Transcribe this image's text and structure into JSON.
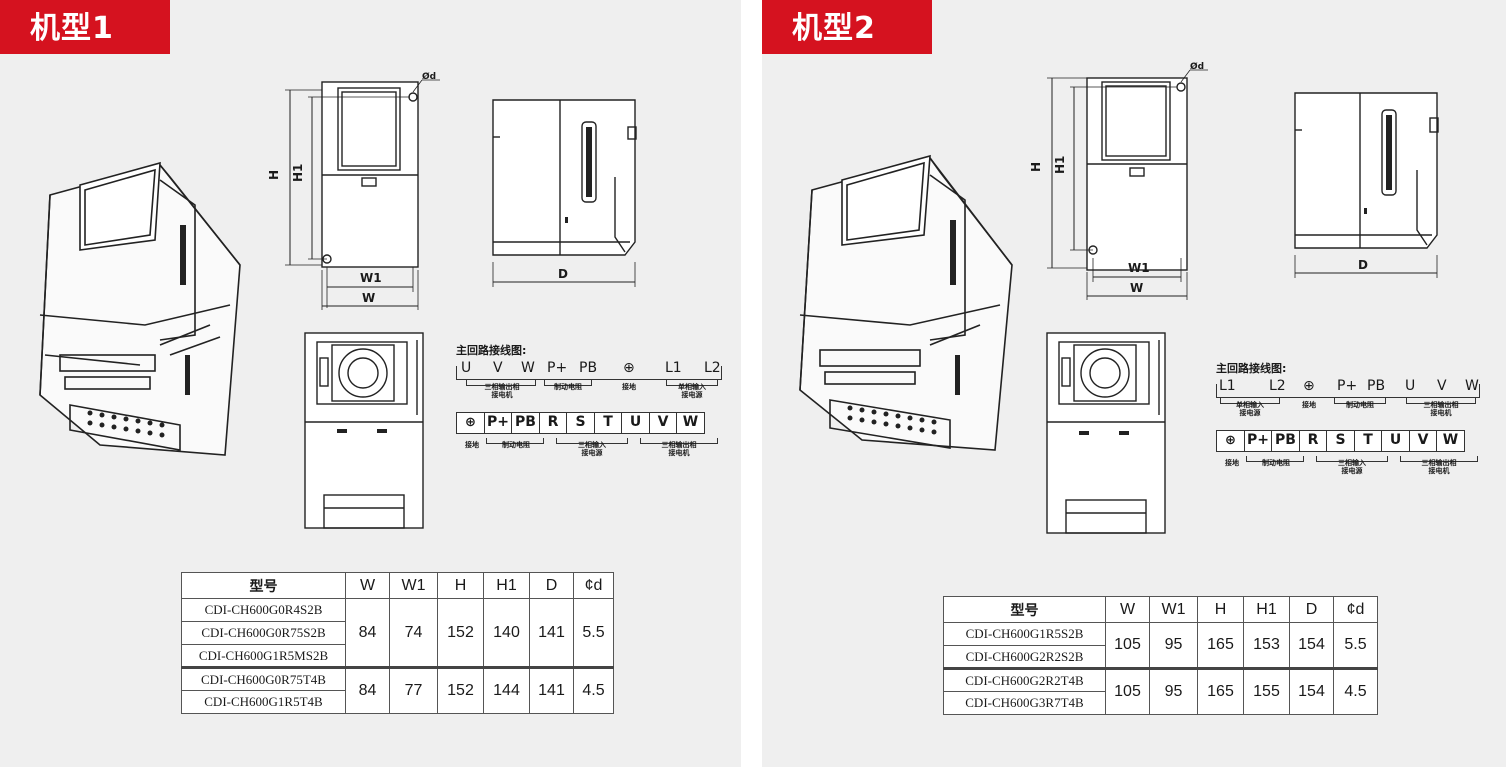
{
  "panels": [
    {
      "tag": "机型1",
      "labels": {
        "phid": "Ød",
        "H": "H",
        "H1": "H1",
        "W1": "W1",
        "W": "W",
        "D": "D"
      },
      "wiring": {
        "title": "主回路接线图:",
        "strip_terms": [
          "U",
          "V",
          "W",
          "P+",
          "PB",
          "⊕",
          "L1",
          "L2"
        ],
        "strip_subs": [
          "三相输出相\n接电机",
          "制动电阻",
          "接地",
          "单相输入\n接电源"
        ],
        "boxes": [
          "⊕",
          "P+",
          "PB",
          "R",
          "S",
          "T",
          "U",
          "V",
          "W"
        ],
        "box_subs": [
          "接地",
          "制动电阻",
          "三相输入\n接电源",
          "三相输出相\n接电机"
        ]
      },
      "table": {
        "headers": [
          "型号",
          "W",
          "W1",
          "H",
          "H1",
          "D",
          "¢d"
        ],
        "groups": [
          {
            "models": [
              "CDI-CH600G0R4S2B",
              "CDI-CH600G0R75S2B",
              "CDI-CH600G1R5MS2B"
            ],
            "values": [
              "84",
              "74",
              "152",
              "140",
              "141",
              "5.5"
            ]
          },
          {
            "models": [
              "CDI-CH600G0R75T4B",
              "CDI-CH600G1R5T4B"
            ],
            "values": [
              "84",
              "77",
              "152",
              "144",
              "141",
              "4.5"
            ]
          }
        ]
      }
    },
    {
      "tag": "机型2",
      "labels": {
        "phid": "Ød",
        "H": "H",
        "H1": "H1",
        "W1": "W1",
        "W": "W",
        "D": "D"
      },
      "wiring": {
        "title": "主回路接线图:",
        "strip_terms": [
          "L1",
          "L2",
          "⊕",
          "P+",
          "PB",
          "U",
          "V",
          "W"
        ],
        "strip_subs": [
          "单相输入\n接电源",
          "接地",
          "制动电阻",
          "三相输出相\n接电机"
        ],
        "boxes": [
          "⊕",
          "P+",
          "PB",
          "R",
          "S",
          "T",
          "U",
          "V",
          "W"
        ],
        "box_subs": [
          "接地",
          "制动电阻",
          "三相输入\n接电源",
          "三相输出相\n接电机"
        ]
      },
      "table": {
        "headers": [
          "型号",
          "W",
          "W1",
          "H",
          "H1",
          "D",
          "¢d"
        ],
        "groups": [
          {
            "models": [
              "CDI-CH600G1R5S2B",
              "CDI-CH600G2R2S2B"
            ],
            "values": [
              "105",
              "95",
              "165",
              "153",
              "154",
              "5.5"
            ]
          },
          {
            "models": [
              "CDI-CH600G2R2T4B",
              "CDI-CH600G3R7T4B"
            ],
            "values": [
              "105",
              "95",
              "165",
              "155",
              "154",
              "4.5"
            ]
          }
        ]
      }
    }
  ]
}
